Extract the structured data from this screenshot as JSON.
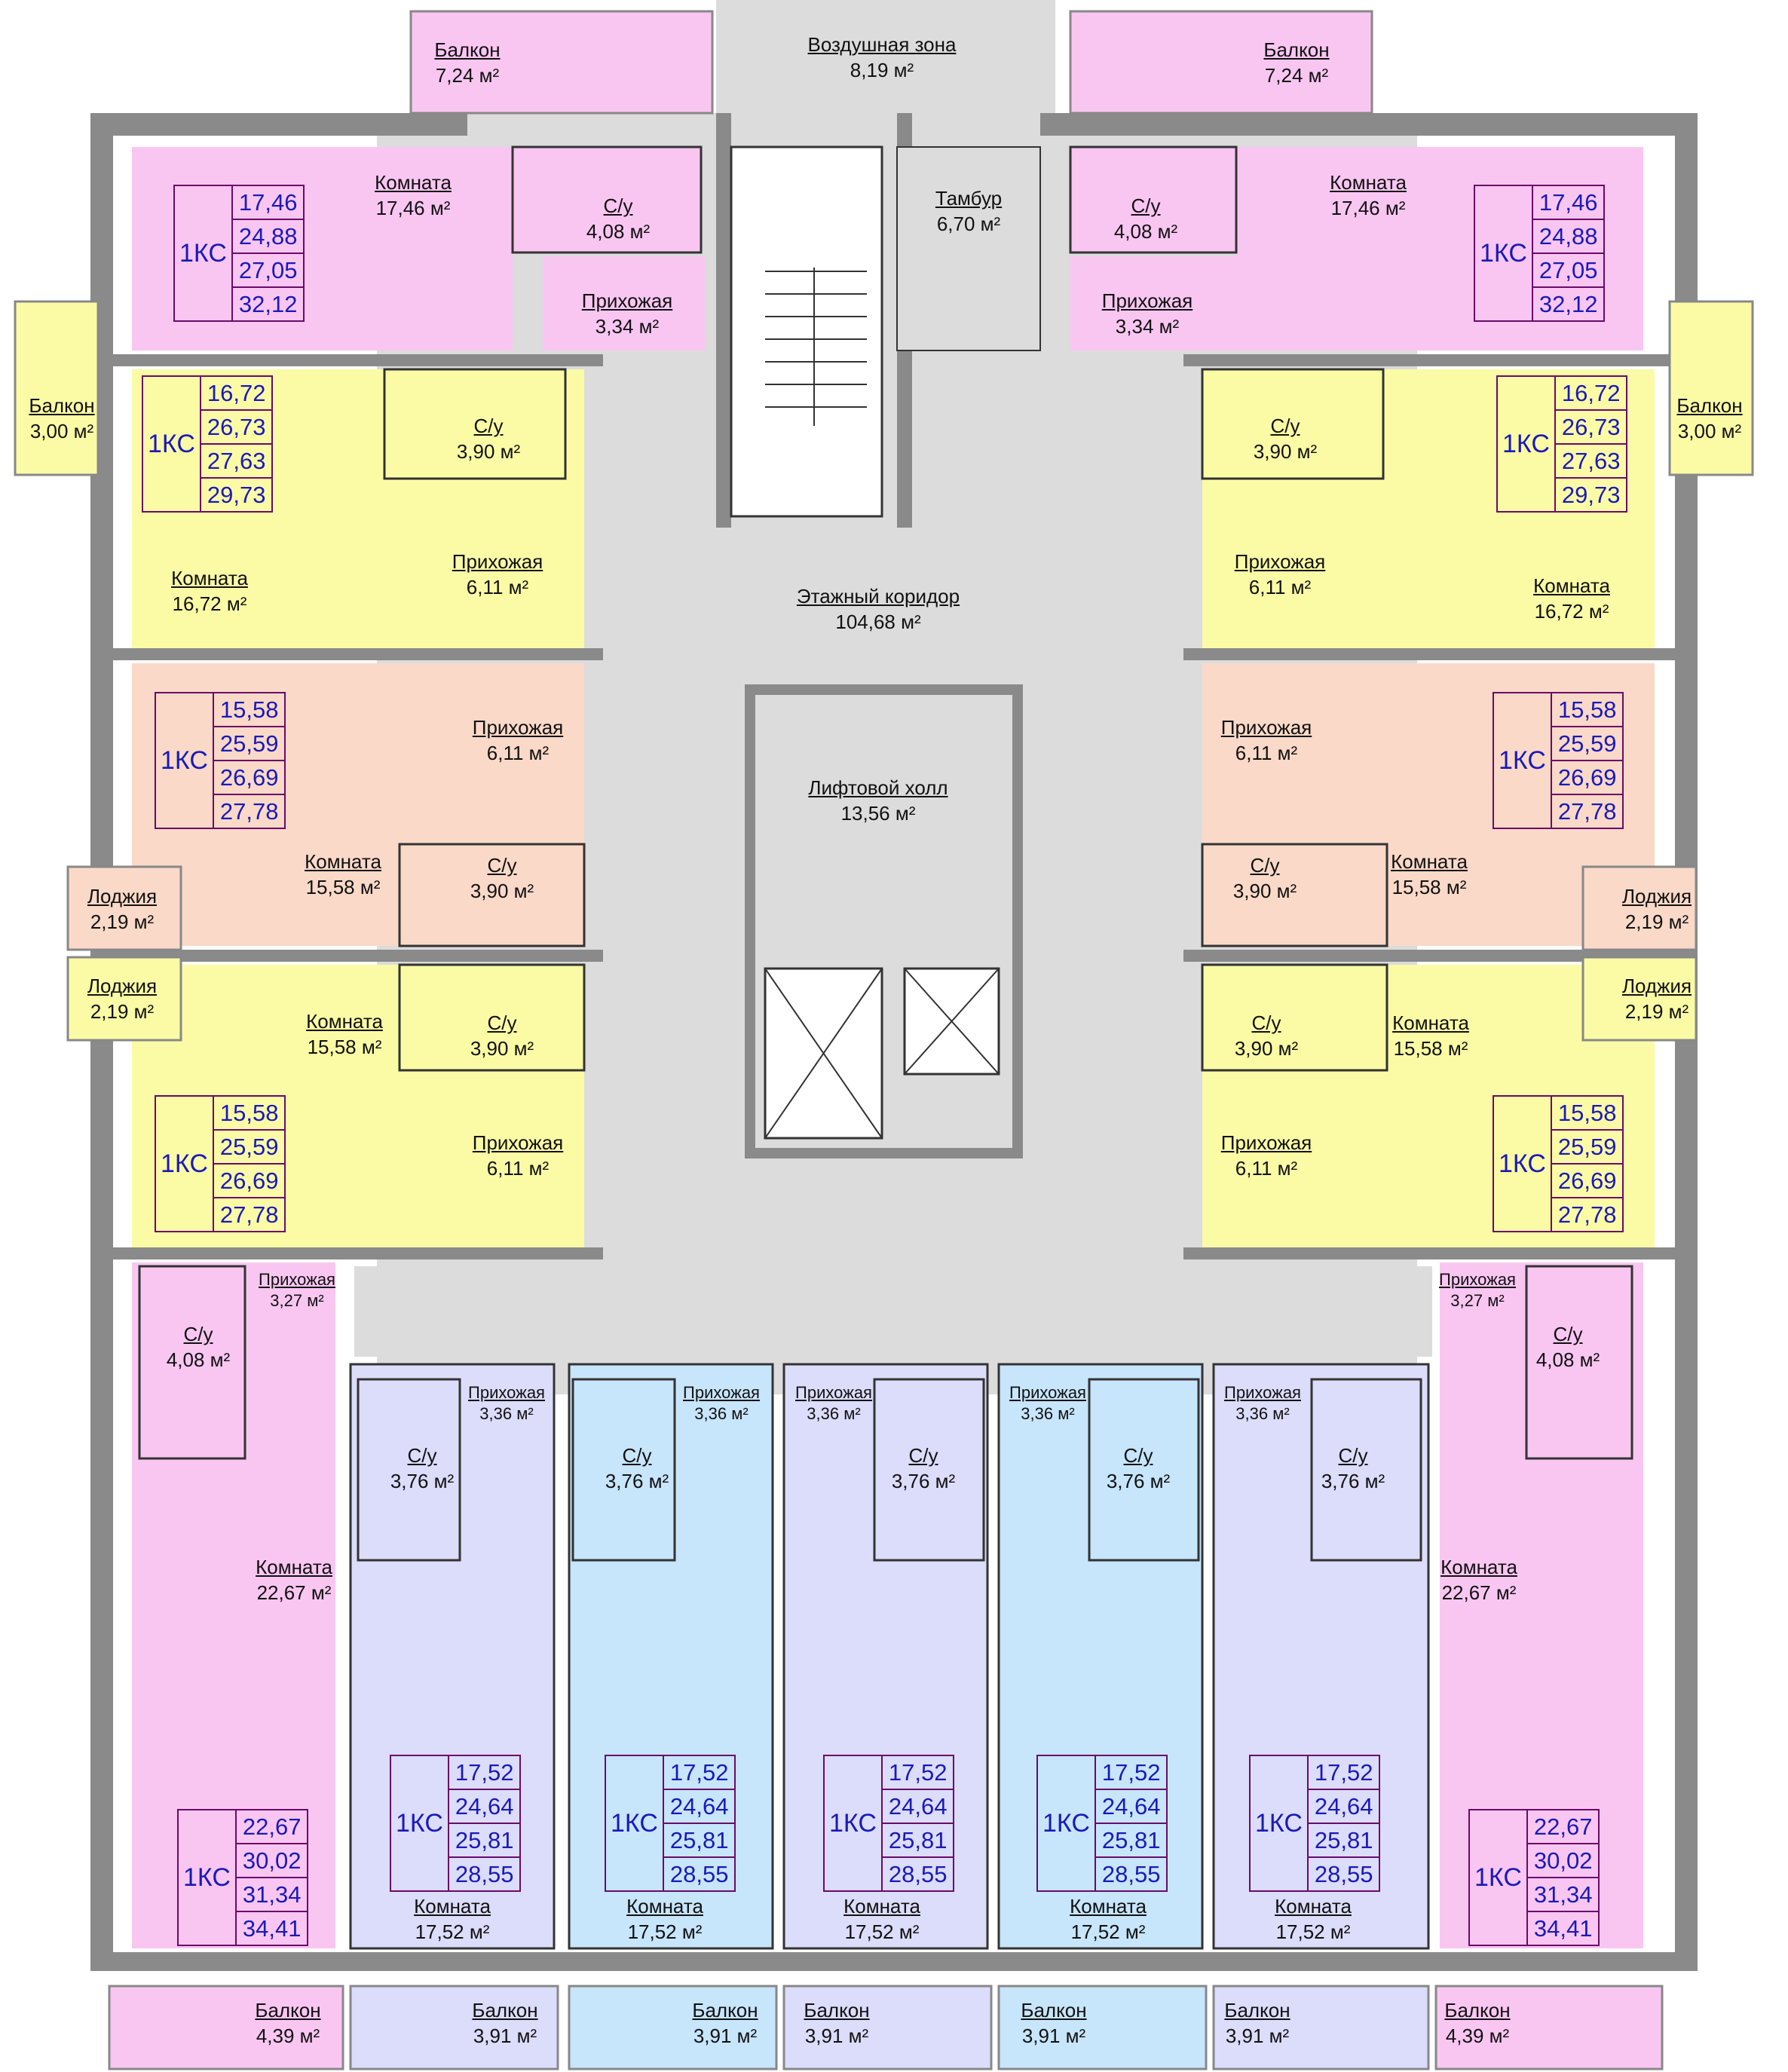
{
  "colors": {
    "pink": "#f9c6f2",
    "yellow": "#fbfba6",
    "peach": "#fad9c8",
    "lavender": "#dcdcfb",
    "lightblue": "#c7e5fb",
    "corridor": "#dcdcdc",
    "wall": "#8a8a8a",
    "badge_text": "#1a1ab8",
    "badge_border": "#6a0a6a"
  },
  "common": {
    "air_zone": {
      "name": "Воздушная зона",
      "area": "8,19 м²"
    },
    "vestibule": {
      "name": "Тамбур",
      "area": "6,70 м²"
    },
    "corridor": {
      "name": "Этажный коридор",
      "area": "104,68 м²"
    },
    "lift_hall": {
      "name": "Лифтовой холл",
      "area": "13,56 м²"
    }
  },
  "rooms": [
    {
      "name": "Балкон",
      "area": "7,24 м²"
    },
    {
      "name": "Балкон",
      "area": "7,24 м²"
    },
    {
      "name": "Комната",
      "area": "17,46 м²"
    },
    {
      "name": "С/у",
      "area": "4,08 м²"
    },
    {
      "name": "Прихожая",
      "area": "3,34 м²"
    },
    {
      "name": "С/у",
      "area": "4,08 м²"
    },
    {
      "name": "Комната",
      "area": "17,46 м²"
    },
    {
      "name": "Прихожая",
      "area": "3,34 м²"
    },
    {
      "name": "Балкон",
      "area": "3,00 м²"
    },
    {
      "name": "С/у",
      "area": "3,90 м²"
    },
    {
      "name": "Комната",
      "area": "16,72 м²"
    },
    {
      "name": "Прихожая",
      "area": "6,11 м²"
    },
    {
      "name": "Балкон",
      "area": "3,00 м²"
    },
    {
      "name": "С/у",
      "area": "3,90 м²"
    },
    {
      "name": "Прихожая",
      "area": "6,11 м²"
    },
    {
      "name": "Комната",
      "area": "16,72 м²"
    },
    {
      "name": "Прихожая",
      "area": "6,11 м²"
    },
    {
      "name": "Комната",
      "area": "15,58 м²"
    },
    {
      "name": "С/у",
      "area": "3,90 м²"
    },
    {
      "name": "Лоджия",
      "area": "2,19 м²"
    },
    {
      "name": "Прихожая",
      "area": "6,11 м²"
    },
    {
      "name": "С/у",
      "area": "3,90 м²"
    },
    {
      "name": "Комната",
      "area": "15,58 м²"
    },
    {
      "name": "Лоджия",
      "area": "2,19 м²"
    },
    {
      "name": "Лоджия",
      "area": "2,19 м²"
    },
    {
      "name": "Комната",
      "area": "15,58 м²"
    },
    {
      "name": "С/у",
      "area": "3,90 м²"
    },
    {
      "name": "Прихожая",
      "area": "6,11 м²"
    },
    {
      "name": "Лоджия",
      "area": "2,19 м²"
    },
    {
      "name": "С/у",
      "area": "3,90 м²"
    },
    {
      "name": "Комната",
      "area": "15,58 м²"
    },
    {
      "name": "Прихожая",
      "area": "6,11 м²"
    },
    {
      "name": "Прихожая",
      "area": "3,27 м²"
    },
    {
      "name": "С/у",
      "area": "4,08 м²"
    },
    {
      "name": "Комната",
      "area": "22,67 м²"
    },
    {
      "name": "Балкон",
      "area": "4,39 м²"
    },
    {
      "name": "Прихожая",
      "area": "3,27 м²"
    },
    {
      "name": "С/у",
      "area": "4,08 м²"
    },
    {
      "name": "Комната",
      "area": "22,67 м²"
    },
    {
      "name": "Балкон",
      "area": "4,39 м²"
    },
    {
      "name": "Прихожая",
      "area": "3,36 м²"
    },
    {
      "name": "С/у",
      "area": "3,76 м²"
    },
    {
      "name": "Комната",
      "area": "17,52 м²"
    },
    {
      "name": "Балкон",
      "area": "3,91 м²"
    },
    {
      "name": "Прихожая",
      "area": "3,36 м²"
    },
    {
      "name": "С/у",
      "area": "3,76 м²"
    },
    {
      "name": "Комната",
      "area": "17,52 м²"
    },
    {
      "name": "Балкон",
      "area": "3,91 м²"
    },
    {
      "name": "Прихожая",
      "area": "3,36 м²"
    },
    {
      "name": "С/у",
      "area": "3,76 м²"
    },
    {
      "name": "Комната",
      "area": "17,52 м²"
    },
    {
      "name": "Балкон",
      "area": "3,91 м²"
    },
    {
      "name": "Прихожая",
      "area": "3,36 м²"
    },
    {
      "name": "С/у",
      "area": "3,76 м²"
    },
    {
      "name": "Комната",
      "area": "17,52 м²"
    },
    {
      "name": "Балкон",
      "area": "3,91 м²"
    },
    {
      "name": "Прихожая",
      "area": "3,36 м²"
    },
    {
      "name": "С/у",
      "area": "3,76 м²"
    },
    {
      "name": "Комната",
      "area": "17,52 м²"
    },
    {
      "name": "Балкон",
      "area": "3,91 м²"
    }
  ],
  "apartments": [
    {
      "code": "1КС",
      "values": [
        "17,46",
        "24,88",
        "27,05",
        "32,12"
      ]
    },
    {
      "code": "1КС",
      "values": [
        "17,46",
        "24,88",
        "27,05",
        "32,12"
      ]
    },
    {
      "code": "1КС",
      "values": [
        "16,72",
        "26,73",
        "27,63",
        "29,73"
      ]
    },
    {
      "code": "1КС",
      "values": [
        "16,72",
        "26,73",
        "27,63",
        "29,73"
      ]
    },
    {
      "code": "1КС",
      "values": [
        "15,58",
        "25,59",
        "26,69",
        "27,78"
      ]
    },
    {
      "code": "1КС",
      "values": [
        "15,58",
        "25,59",
        "26,69",
        "27,78"
      ]
    },
    {
      "code": "1КС",
      "values": [
        "15,58",
        "25,59",
        "26,69",
        "27,78"
      ]
    },
    {
      "code": "1КС",
      "values": [
        "15,58",
        "25,59",
        "26,69",
        "27,78"
      ]
    },
    {
      "code": "1КС",
      "values": [
        "22,67",
        "30,02",
        "31,34",
        "34,41"
      ]
    },
    {
      "code": "1КС",
      "values": [
        "22,67",
        "30,02",
        "31,34",
        "34,41"
      ]
    },
    {
      "code": "1КС",
      "values": [
        "17,52",
        "24,64",
        "25,81",
        "28,55"
      ]
    },
    {
      "code": "1КС",
      "values": [
        "17,52",
        "24,64",
        "25,81",
        "28,55"
      ]
    },
    {
      "code": "1КС",
      "values": [
        "17,52",
        "24,64",
        "25,81",
        "28,55"
      ]
    },
    {
      "code": "1КС",
      "values": [
        "17,52",
        "24,64",
        "25,81",
        "28,55"
      ]
    },
    {
      "code": "1КС",
      "values": [
        "17,52",
        "24,64",
        "25,81",
        "28,55"
      ]
    }
  ]
}
